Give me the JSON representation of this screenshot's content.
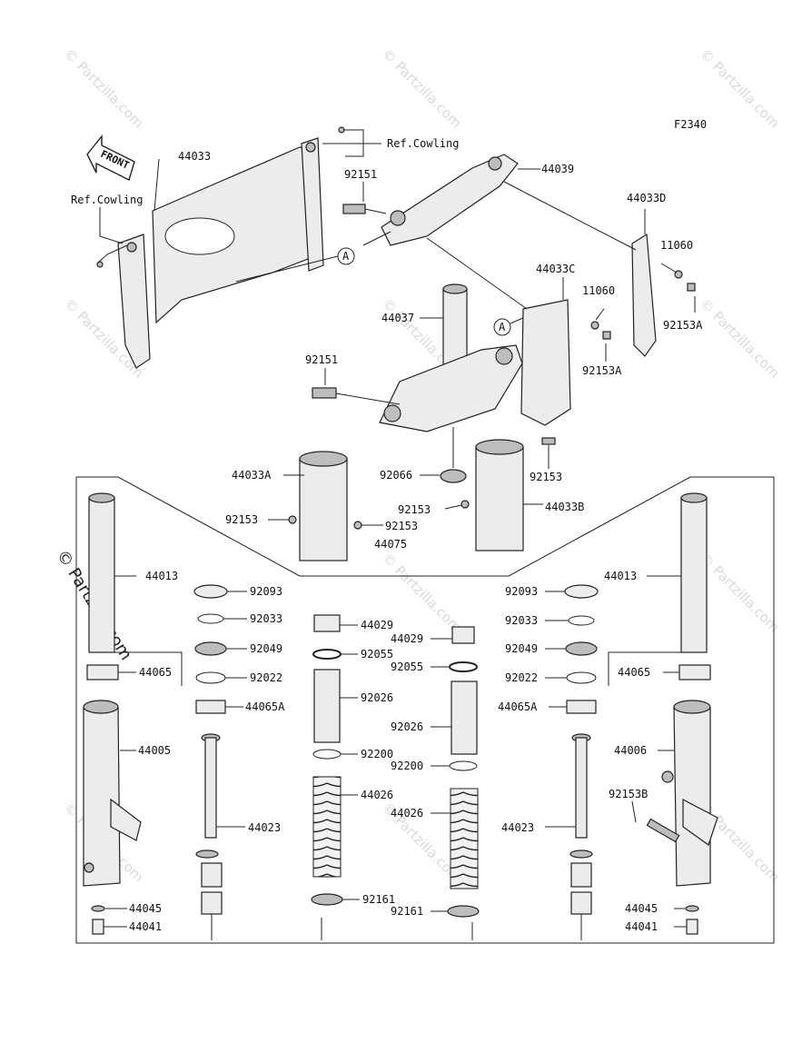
{
  "diagram_code": "F2340",
  "front_label": "FRONT",
  "watermark_text": "© Partzilla.com",
  "main_watermark": "© Partzilla.com",
  "ref_cowling_top": "Ref.Cowling",
  "ref_cowling_left": "Ref.Cowling",
  "callout_a": "A",
  "labels": {
    "p44033": "44033",
    "p44039": "44039",
    "p92151_top": "92151",
    "p44033D": "44033D",
    "p11060_right": "11060",
    "p92153A_right": "92153A",
    "p44033C": "44033C",
    "p11060_mid": "11060",
    "p92153A_mid": "92153A",
    "p44037": "44037",
    "p92151_mid": "92151",
    "p44033A": "44033A",
    "p92066": "92066",
    "p92153_right": "92153",
    "p92153_left": "92153",
    "p92153_center": "92153",
    "p92153_bottom": "92153",
    "p44033B": "44033B",
    "p44075": "44075",
    "p44013_left": "44013",
    "p92093_left": "92093",
    "p92033_left": "92033",
    "p92049_left": "92049",
    "p92022_left": "92022",
    "p44065_left": "44065",
    "p44065A_left": "44065A",
    "p44005": "44005",
    "p44023_left": "44023",
    "p44045_left": "44045",
    "p44041_left": "44041",
    "p44029_a": "44029",
    "p44029_b": "44029",
    "p92055_a": "92055",
    "p92055_b": "92055",
    "p92026_a": "92026",
    "p92026_b": "92026",
    "p92200_a": "92200",
    "p92200_b": "92200",
    "p44026_a": "44026",
    "p44026_b": "44026",
    "p92161_a": "92161",
    "p92161_b": "92161",
    "p44013_right": "44013",
    "p92093_right": "92093",
    "p92033_right": "92033",
    "p92049_right": "92049",
    "p92022_right": "92022",
    "p44065_right": "44065",
    "p44065A_right": "44065A",
    "p44006": "44006",
    "p92153B": "92153B",
    "p44023_right": "44023",
    "p44045_right": "44045",
    "p44041_right": "44041"
  }
}
